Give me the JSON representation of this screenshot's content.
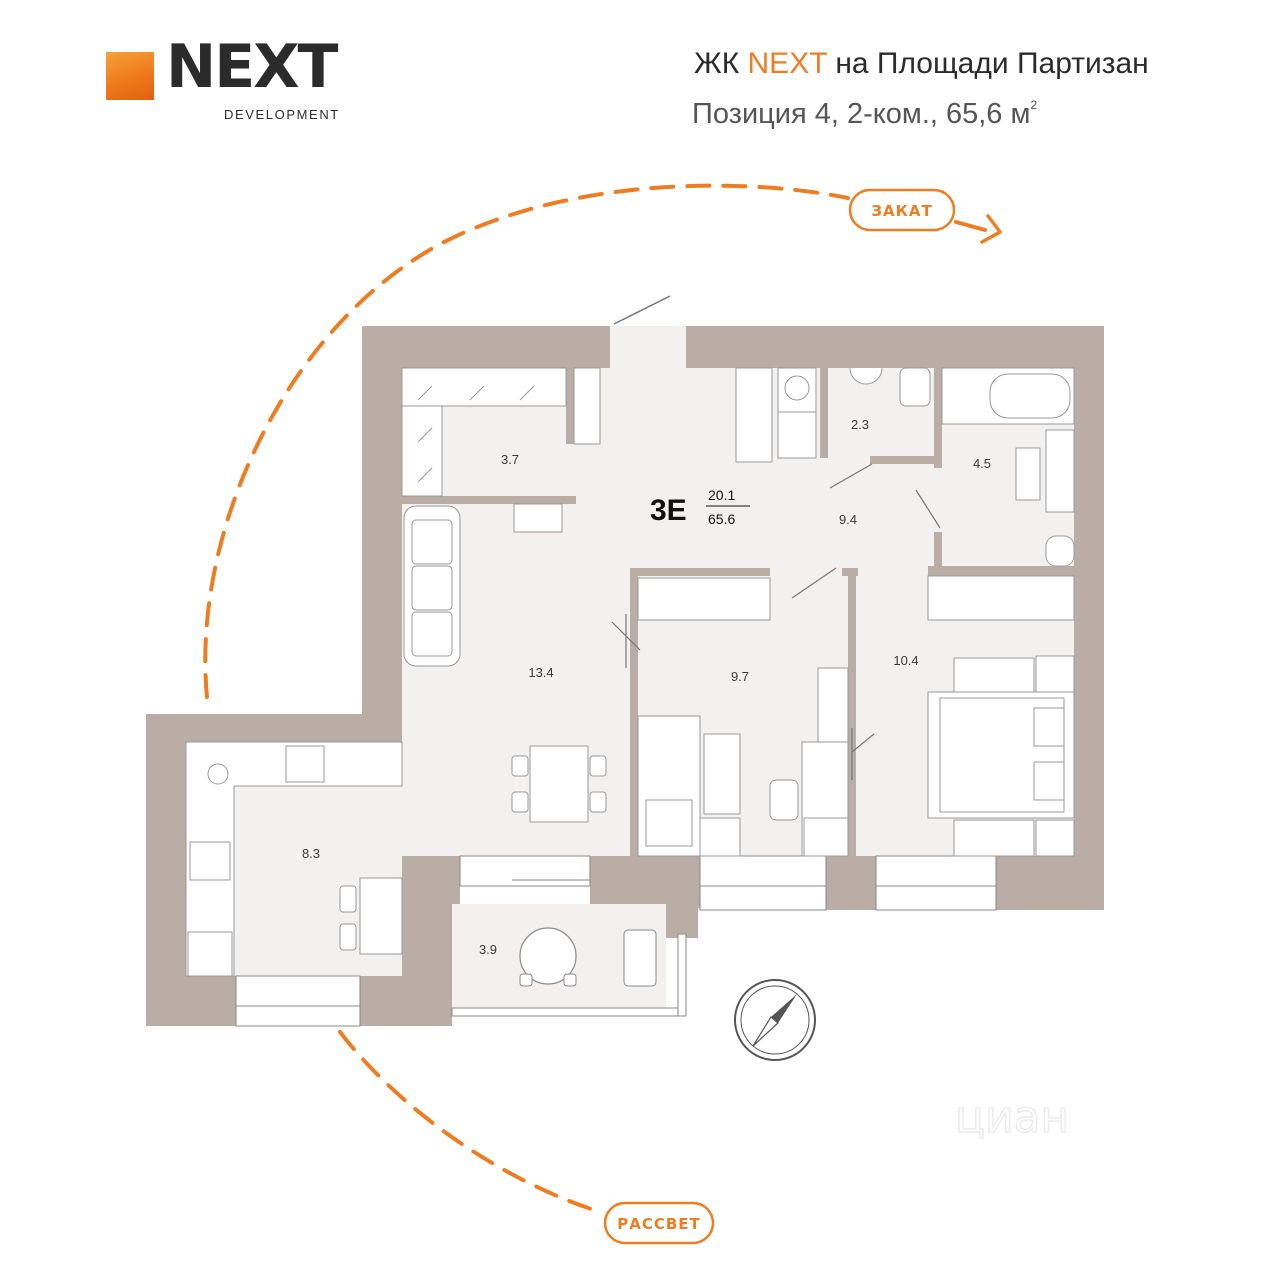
{
  "logo": {
    "word": "NEXT",
    "subtitle": "DEVELOPMENT"
  },
  "header": {
    "title_prefix": "ЖК ",
    "title_brand": "NEXT",
    "title_suffix": " на Площади Партизан",
    "subtitle": "Позиция 4, 2-ком., 65,6 м",
    "subtitle_sup": "2"
  },
  "sun": {
    "sunset_label": "ЗАКАТ",
    "sunrise_label": "РАССВЕТ"
  },
  "apartment": {
    "code": "3E",
    "living_area": "20.1",
    "total_area": "65.6"
  },
  "rooms": {
    "wardrobe": "3.7",
    "wc": "2.3",
    "bathroom": "4.5",
    "hall": "9.4",
    "living": "13.4",
    "bedroom_1": "9.7",
    "bedroom_2": "10.4",
    "kitchen": "8.3",
    "balcony": "3.9"
  },
  "watermark": "циан",
  "colors": {
    "accent": "#ee7d22",
    "wall": "#b9ada6",
    "floor": "#f3f1f0",
    "furniture_stroke": "#8a8a8a",
    "text_dark": "#2b2b2b"
  },
  "icons": {
    "compass": "compass-icon",
    "sunset_arrow": "arrow-right-icon"
  }
}
